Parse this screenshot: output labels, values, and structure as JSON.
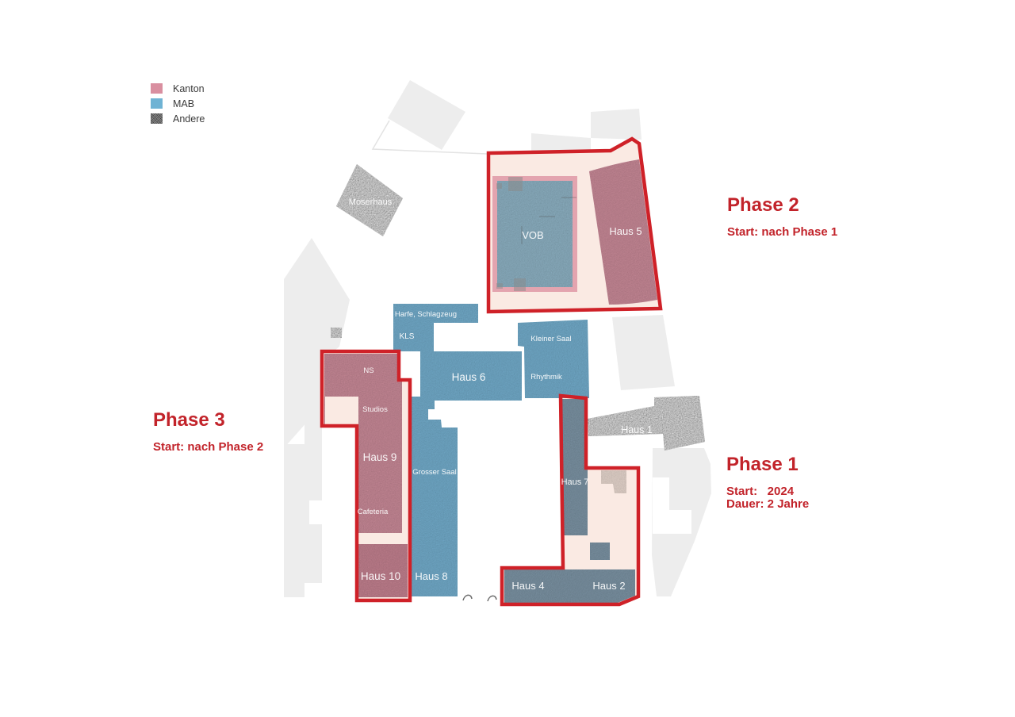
{
  "legend": {
    "items": [
      {
        "label": "Kanton",
        "color": "#d98fa0"
      },
      {
        "label": "MAB",
        "color": "#6fb3d4"
      },
      {
        "label": "Andere",
        "color": "#595959"
      }
    ]
  },
  "phases": {
    "phase1": {
      "title": "Phase 1",
      "line1": "Start:   2024",
      "line2": "Dauer: 2 Jahre"
    },
    "phase2": {
      "title": "Phase 2",
      "line1": "Start: nach Phase 1"
    },
    "phase3": {
      "title": "Phase 3",
      "line1": "Start: nach Phase 2"
    }
  },
  "buildings": {
    "moserhaus": "Moserhaus",
    "vob": "VOB",
    "haus5": "Haus 5",
    "harfe_schlagzeug": "Harfe, Schlagzeug",
    "kls": "KLS",
    "haus6": "Haus 6",
    "kleiner_saal": "Kleiner Saal",
    "rhythmik": "Rhythmik",
    "ns": "NS",
    "studios": "Studios",
    "haus9": "Haus 9",
    "grosser_saal": "Grosser Saal",
    "cafeteria": "Cafeteria",
    "haus10": "Haus 10",
    "haus8": "Haus 8",
    "haus7": "Haus 7",
    "haus1": "Haus 1",
    "haus4": "Haus 4",
    "haus2": "Haus 2"
  },
  "colors": {
    "kanton": "#d98fa0",
    "kanton_building": "#ca8b9a",
    "haus10_pink": "#c48291",
    "mab": "#6fb3d4",
    "mab_building": "#74aecd",
    "vob_fill": "#8fb3c5",
    "vob_frame": "#e3a4af",
    "andere": "#595959",
    "slate": "#7e95a6",
    "phase_fill": "#faeae3",
    "outline_red": "#cf2128",
    "annotation_red": "#c2232a",
    "bg_shape": "#ededed",
    "tan": "#e9d9d0"
  }
}
